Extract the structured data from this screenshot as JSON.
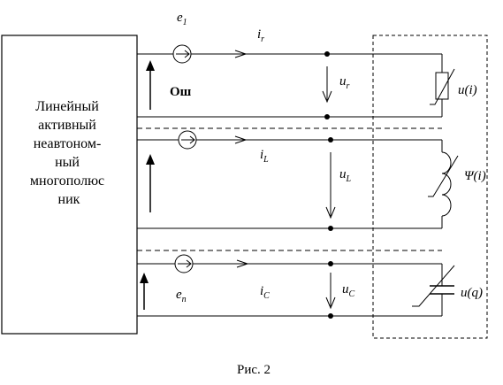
{
  "network_box": {
    "lines": [
      "Линейный",
      "активный",
      "неавтоном-",
      "ный",
      "многополюс",
      "ник"
    ]
  },
  "branch1": {
    "emf": {
      "base": "e",
      "sub": "1"
    },
    "current": {
      "base": "i",
      "sub": "r"
    },
    "voltage": {
      "base": "u",
      "sub": "r"
    },
    "element": "u(i)",
    "bold_label": "Ош"
  },
  "branch2": {
    "current": {
      "base": "i",
      "sub": "L"
    },
    "voltage": {
      "base": "u",
      "sub": "L"
    },
    "element": "Ψ(i)"
  },
  "branch3": {
    "emf": {
      "base": "e",
      "sub": "n"
    },
    "current": {
      "base": "i",
      "sub": "C"
    },
    "voltage": {
      "base": "u",
      "sub": "C"
    },
    "element": "u(q)"
  },
  "caption": "Рис. 2"
}
